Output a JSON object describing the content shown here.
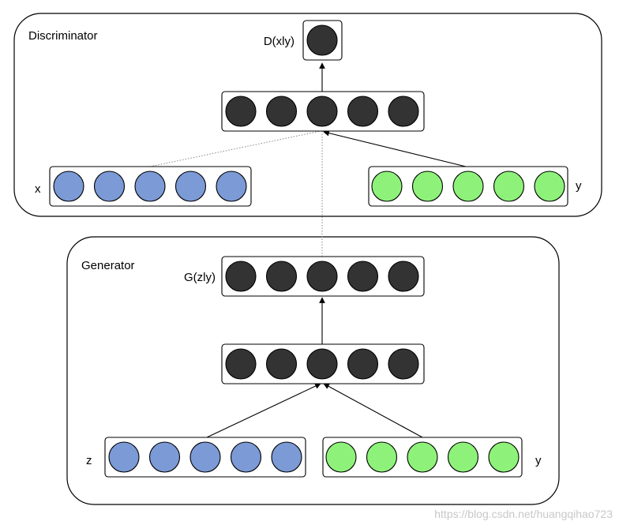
{
  "discriminator": {
    "title": "Discriminator",
    "output_label": "D(xly)",
    "x_label": "x",
    "y_label": "y"
  },
  "generator": {
    "title": "Generator",
    "output_label": "G(zly)",
    "z_label": "z",
    "y_label": "y"
  },
  "watermark": "https://blog.csdn.net/huangqihao723",
  "colors": {
    "hidden_node": "#333333",
    "blue_node": "#7b9ad6",
    "green_node": "#8ef27a",
    "stroke": "#000000"
  }
}
